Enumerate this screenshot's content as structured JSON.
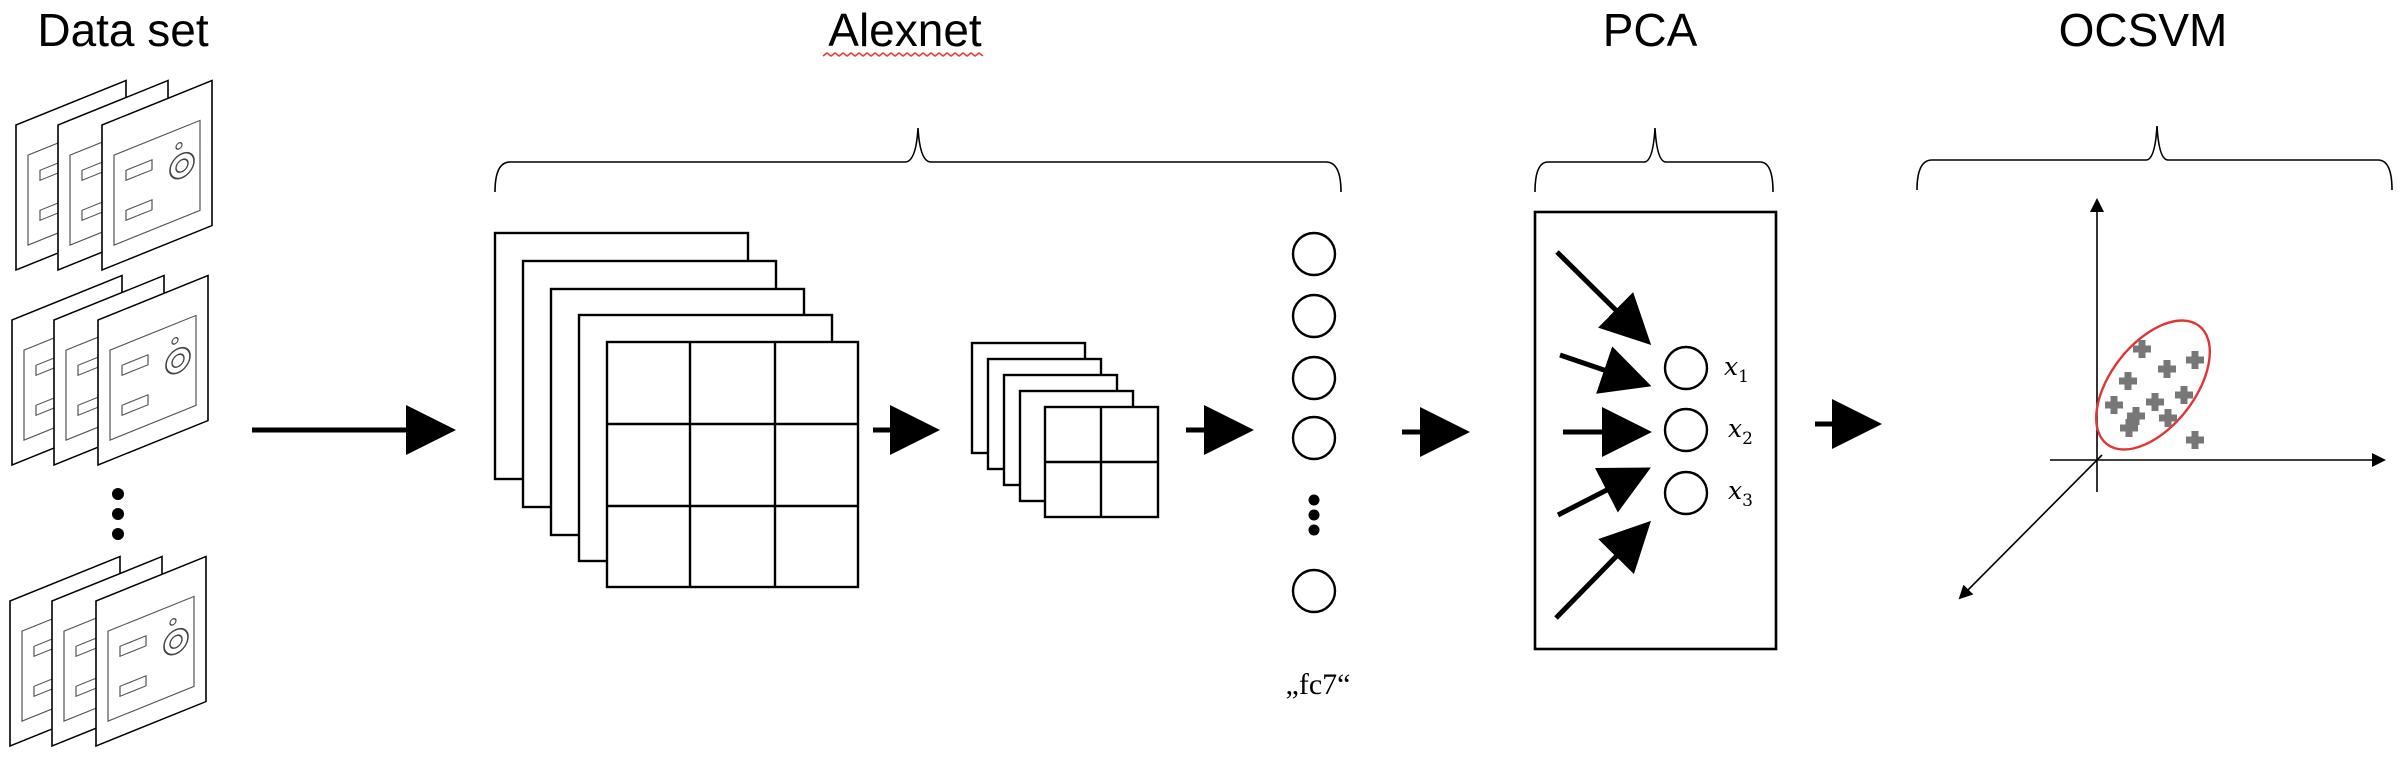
{
  "titles": {
    "dataset": "Data set",
    "alexnet": "Alexnet",
    "pca": "PCA",
    "ocsvm": "OCSVM"
  },
  "fc7_label": "„fc7“",
  "pca_outputs": [
    {
      "var": "x",
      "sub": "1"
    },
    {
      "var": "x",
      "sub": "2"
    },
    {
      "var": "x",
      "sub": "3"
    }
  ],
  "colors": {
    "stroke": "#000000",
    "ellipse": "#e03535",
    "plus_marker": "#777777",
    "spellcheck_underline": "#e0403a"
  },
  "icons": {
    "flow_arrow": "right-arrow",
    "plus_marker": "plus-icon",
    "ellipsis": "vertical-dots"
  }
}
